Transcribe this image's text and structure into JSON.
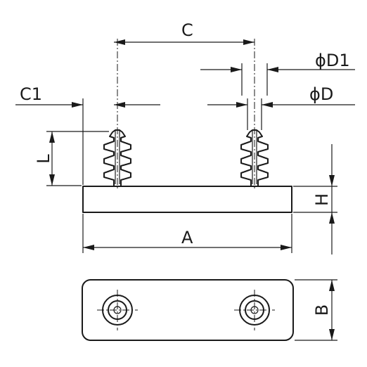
{
  "drawing": {
    "dimensions": {
      "C": "C",
      "D1": "ϕD1",
      "C1": "C1",
      "D": "ϕD",
      "L": "L",
      "H": "H",
      "A": "A",
      "B": "B"
    }
  }
}
